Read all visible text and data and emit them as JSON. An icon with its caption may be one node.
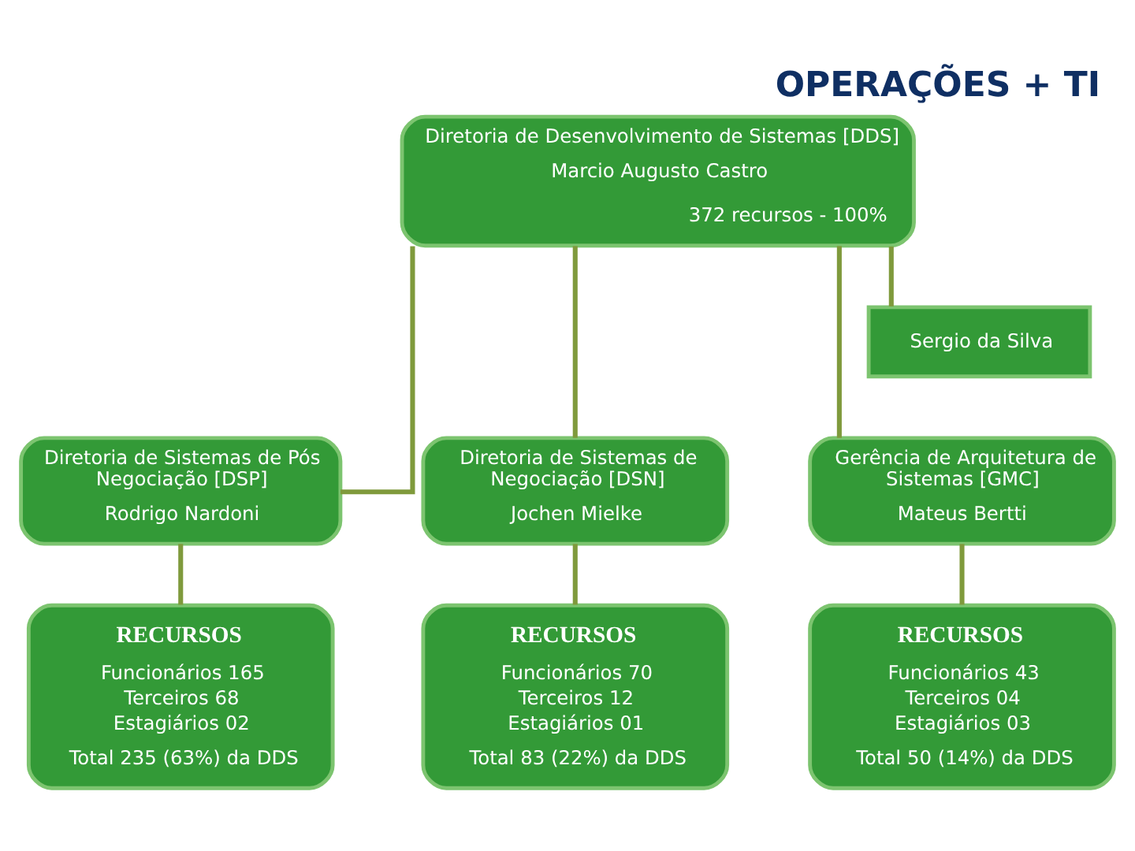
{
  "diagram": {
    "title": "OPERAÇÕES + TI",
    "nodes": [
      {
        "text": [
          "Diretoria de Desenvolvimento de Sistemas [DDS]",
          "Marcio Augusto Castro",
          "372 recursos - 100%"
        ]
      },
      {
        "text": [
          "Sergio da Silva"
        ]
      },
      {
        "text": [
          "Diretoria de Sistemas de Pós Negociação [DSP]",
          "Rodrigo Nardoni"
        ]
      },
      {
        "text": [
          "Diretoria de Sistemas de Negociação [DSN]",
          "Jochen Mielke"
        ]
      },
      {
        "text": [
          "Gerência de Arquitetura de Sistemas [GMC]",
          "Mateus Bertti"
        ]
      },
      {
        "text": [
          "RECURSOS",
          "Funcionários 165",
          "Terceiros 68",
          "Estagiários 02",
          "Total 235 (63%) da DDS"
        ]
      },
      {
        "text": [
          "RECURSOS",
          "Funcionários 70",
          "Terceiros 12",
          "Estagiários 01",
          "Total 83 (22%) da DDS"
        ]
      },
      {
        "text": [
          "RECURSOS",
          "Funcionários 43",
          "Terceiros 04",
          "Estagiários 03",
          "Total 50 (14%) da DDS"
        ]
      }
    ],
    "edges": [
      {
        "from": 0,
        "to": 2,
        "arrow": "none"
      },
      {
        "from": 0,
        "to": 3,
        "arrow": "none"
      },
      {
        "from": 0,
        "to": 4,
        "arrow": "none"
      },
      {
        "from": 0,
        "to": 1,
        "arrow": "none"
      },
      {
        "from": 2,
        "to": 5,
        "arrow": "none"
      },
      {
        "from": 3,
        "to": 6,
        "arrow": "none"
      },
      {
        "from": 4,
        "to": 7,
        "arrow": "none"
      }
    ]
  }
}
